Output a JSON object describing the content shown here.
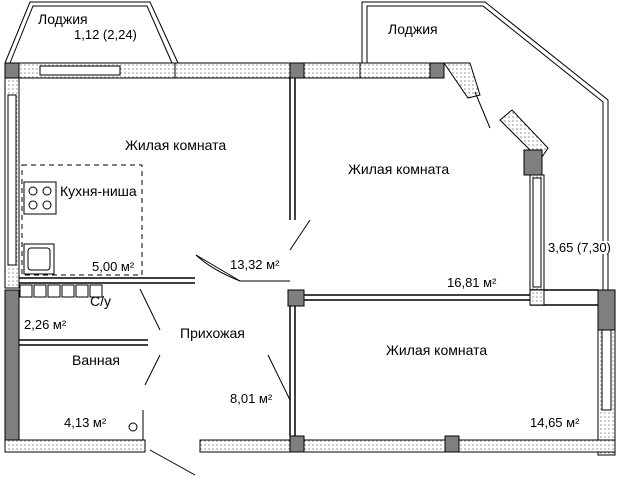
{
  "labels": {
    "loggia_left": "Лоджия",
    "loggia_left_area": "1,12 (2,24)",
    "loggia_right": "Лоджия",
    "loggia_right_area": "3,65 (7,30)",
    "room_main": "Жилая комната",
    "room_right": "Жилая комната",
    "room_bottom": "Жилая комната",
    "kitchen": "Кухня-ниша",
    "area_5_00": "5,00 м²",
    "area_13_32": "13,32 м²",
    "area_16_81": "16,81 м²",
    "toilet": "С/у",
    "area_2_26": "2,26 м²",
    "hall": "Прихожая",
    "bathroom": "Ванная",
    "area_8_01": "8,01 м²",
    "area_4_13": "4,13 м²",
    "area_14_65": "14,65 м²"
  },
  "colors": {
    "wall": "#7f7f7f",
    "wall_stroke": "#000000",
    "column": "#7f7f7f",
    "line": "#000000"
  }
}
